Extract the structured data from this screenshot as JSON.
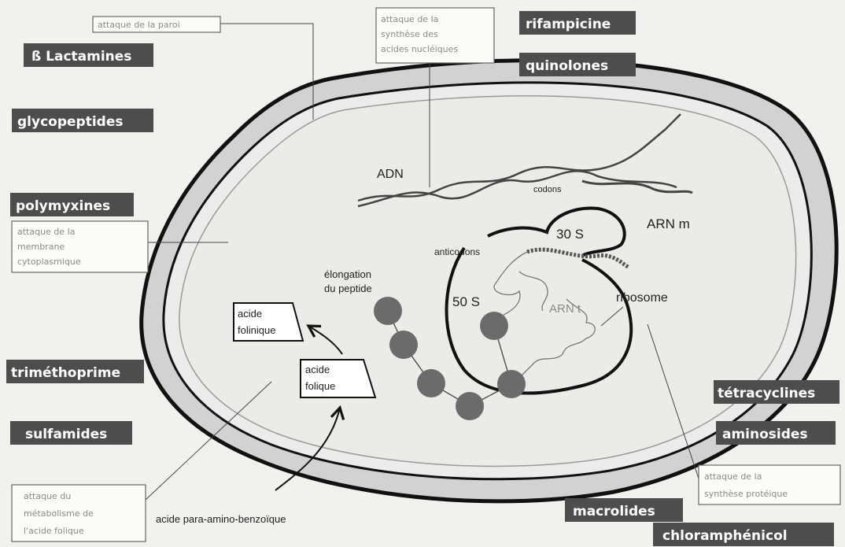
{
  "drugs": {
    "beta_lactamines": "ß Lactamines",
    "glycopeptides": "glycopeptides",
    "polymyxines": "polymyxines",
    "trimethoprime": "triméthoprime",
    "sulfamides": "sulfamides",
    "rifampicine": "rifampicine",
    "quinolones": "quinolones",
    "tetracyclines": "tétracyclines",
    "aminosides": "aminosides",
    "macrolides": "macrolides",
    "chloramphenicol": "chloramphénicol"
  },
  "mechanisms": {
    "paroi": [
      "attaque de la paroi"
    ],
    "acides_nucleiques": [
      "attaque de la",
      "synthèse des",
      "acides nucléiques"
    ],
    "membrane": [
      "attaque de la",
      "membrane",
      "cytoplasmique"
    ],
    "acide_folique": [
      "attaque du",
      "métabolisme de",
      "l'acide folique"
    ],
    "proteique": [
      "attaque de la",
      "synthèse protéique"
    ]
  },
  "labels": {
    "adn": "ADN",
    "codons": "codons",
    "arn_m": "ARN m",
    "s30": "30 S",
    "s50": "50 S",
    "anticodons": "anticodons",
    "elongation": [
      "élongation",
      "du peptide"
    ],
    "arn_t": "ARN t",
    "ribosome": "ribosome",
    "acide_folinique": [
      "acide",
      "folinique"
    ],
    "acide_folique": [
      "acide",
      "folique"
    ],
    "paba": "acide para-amino-benzoïque"
  },
  "colors": {
    "drug_box": "#4d4d4d",
    "wall": "#d2d2d2",
    "peptide": "#6b6b6b"
  }
}
